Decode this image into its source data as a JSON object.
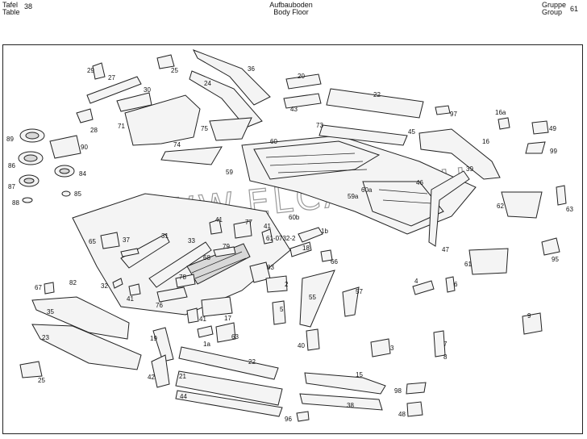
{
  "header": {
    "left_line1": "Tafel",
    "left_line2": "Table",
    "table_number": "38",
    "title_de": "Aufbauboden",
    "title_en": "Body Floor",
    "right_line1": "Gruppe",
    "right_line2": "Group",
    "group_number": "61"
  },
  "watermark": "WWW.ELCATS.RU",
  "diagram_code": "61-0732-2",
  "callouts": [
    {
      "id": "c29",
      "label": "29"
    },
    {
      "id": "c27",
      "label": "27"
    },
    {
      "id": "c25a",
      "label": "25"
    },
    {
      "id": "c36",
      "label": "36"
    },
    {
      "id": "c24",
      "label": "24"
    },
    {
      "id": "c30",
      "label": "30"
    },
    {
      "id": "c20",
      "label": "20"
    },
    {
      "id": "c43",
      "label": "43"
    },
    {
      "id": "c22a",
      "label": "22"
    },
    {
      "id": "c97",
      "label": "97"
    },
    {
      "id": "c16a",
      "label": "16a"
    },
    {
      "id": "c49",
      "label": "49"
    },
    {
      "id": "c28",
      "label": "28"
    },
    {
      "id": "c71",
      "label": "71"
    },
    {
      "id": "c75",
      "label": "75"
    },
    {
      "id": "c73",
      "label": "73"
    },
    {
      "id": "c45",
      "label": "45"
    },
    {
      "id": "c16",
      "label": "16"
    },
    {
      "id": "c99",
      "label": "99"
    },
    {
      "id": "c89",
      "label": "89"
    },
    {
      "id": "c90",
      "label": "90"
    },
    {
      "id": "c60",
      "label": "60"
    },
    {
      "id": "c86",
      "label": "86"
    },
    {
      "id": "c74",
      "label": "74"
    },
    {
      "id": "c39",
      "label": "39"
    },
    {
      "id": "c84",
      "label": "84"
    },
    {
      "id": "c59",
      "label": "59"
    },
    {
      "id": "c87",
      "label": "87"
    },
    {
      "id": "c46",
      "label": "46"
    },
    {
      "id": "c85",
      "label": "85"
    },
    {
      "id": "c59a",
      "label": "59a"
    },
    {
      "id": "c60a",
      "label": "60a"
    },
    {
      "id": "c88",
      "label": "88"
    },
    {
      "id": "c62",
      "label": "62"
    },
    {
      "id": "c63",
      "label": "63"
    },
    {
      "id": "c60b",
      "label": "60b"
    },
    {
      "id": "c41a",
      "label": "41"
    },
    {
      "id": "c77",
      "label": "77"
    },
    {
      "id": "c41b",
      "label": "41"
    },
    {
      "id": "c1b",
      "label": "1b"
    },
    {
      "id": "c65",
      "label": "65"
    },
    {
      "id": "c31",
      "label": "31"
    },
    {
      "id": "c37",
      "label": "37"
    },
    {
      "id": "c33",
      "label": "33"
    },
    {
      "id": "c79",
      "label": "79"
    },
    {
      "id": "c18",
      "label": "18"
    },
    {
      "id": "c47",
      "label": "47"
    },
    {
      "id": "c95",
      "label": "95"
    },
    {
      "id": "c61",
      "label": "61"
    },
    {
      "id": "c68",
      "label": "68"
    },
    {
      "id": "c83",
      "label": "83"
    },
    {
      "id": "c66",
      "label": "66"
    },
    {
      "id": "c78",
      "label": "78"
    },
    {
      "id": "c67",
      "label": "67"
    },
    {
      "id": "c82",
      "label": "82"
    },
    {
      "id": "c32",
      "label": "32"
    },
    {
      "id": "c2",
      "label": "2"
    },
    {
      "id": "c4",
      "label": "4"
    },
    {
      "id": "c6",
      "label": "6"
    },
    {
      "id": "c57",
      "label": "57"
    },
    {
      "id": "c41c",
      "label": "41"
    },
    {
      "id": "c76",
      "label": "76"
    },
    {
      "id": "c55",
      "label": "55"
    },
    {
      "id": "c5",
      "label": "5"
    },
    {
      "id": "c35",
      "label": "35"
    },
    {
      "id": "c41d",
      "label": "41"
    },
    {
      "id": "c17",
      "label": "17"
    },
    {
      "id": "c9",
      "label": "9"
    },
    {
      "id": "c23",
      "label": "23"
    },
    {
      "id": "c63b",
      "label": "63"
    },
    {
      "id": "c19",
      "label": "19"
    },
    {
      "id": "c1a",
      "label": "1a"
    },
    {
      "id": "c40",
      "label": "40"
    },
    {
      "id": "c3",
      "label": "3"
    },
    {
      "id": "c7",
      "label": "7"
    },
    {
      "id": "c8",
      "label": "8"
    },
    {
      "id": "c22b",
      "label": "22"
    },
    {
      "id": "c42",
      "label": "42"
    },
    {
      "id": "c21",
      "label": "21"
    },
    {
      "id": "c15",
      "label": "15"
    },
    {
      "id": "c25b",
      "label": "25"
    },
    {
      "id": "c44",
      "label": "44"
    },
    {
      "id": "c98",
      "label": "98"
    },
    {
      "id": "c38",
      "label": "38"
    },
    {
      "id": "c48",
      "label": "48"
    },
    {
      "id": "c96",
      "label": "96"
    }
  ]
}
